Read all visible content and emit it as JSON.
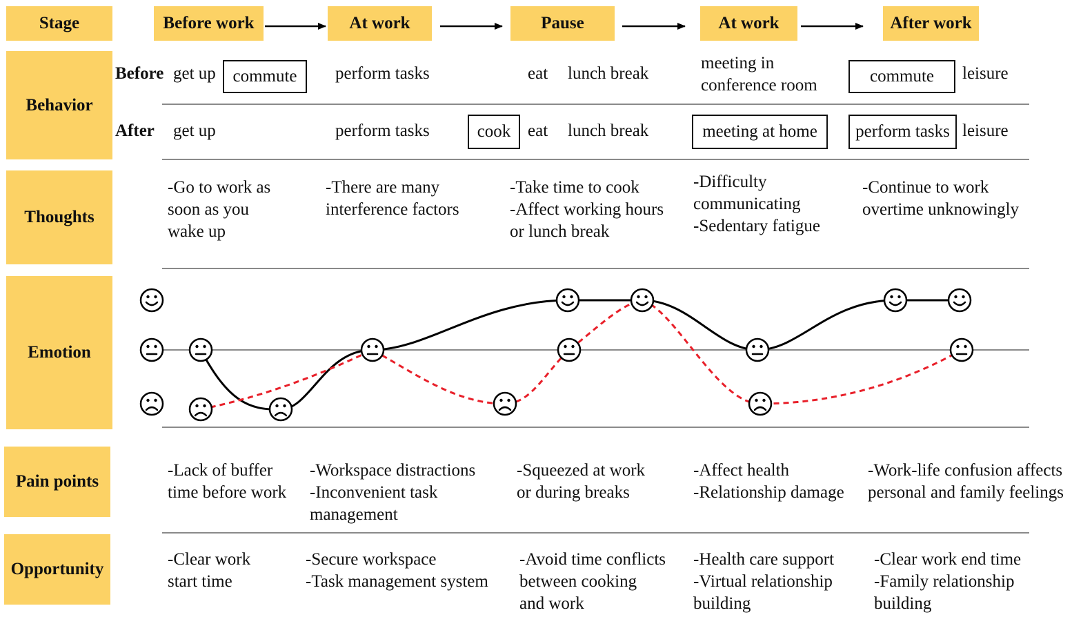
{
  "stage": {
    "label": "Stage",
    "items": [
      "Before work",
      "At work",
      "Pause",
      "At work",
      "After work"
    ]
  },
  "behavior": {
    "label": "Behavior",
    "before_label": "Before",
    "after_label": "After",
    "before": {
      "get_up": "get up",
      "commute": "commute",
      "perform_tasks": "perform tasks",
      "eat": "eat",
      "lunch_break": "lunch break",
      "meeting": "meeting in\nconference room",
      "commute2": "commute",
      "leisure": "leisure"
    },
    "after": {
      "get_up": "get up",
      "perform_tasks": "perform tasks",
      "cook": "cook",
      "eat": "eat",
      "lunch_break": "lunch break",
      "meeting": "meeting at home",
      "perform_tasks2": "perform tasks",
      "leisure": "leisure"
    }
  },
  "thoughts": {
    "label": "Thoughts",
    "items": [
      "-Go to work as\nsoon as you\nwake up",
      "-There are many\ninterference factors",
      "-Take time to cook\n-Affect working hours\nor lunch break",
      "-Difficulty\ncommunicating\n-Sedentary fatigue",
      "-Continue to work\novertime unknowingly"
    ]
  },
  "emotion": {
    "label": "Emotion",
    "levels": [
      "happy",
      "neutral",
      "sad"
    ],
    "before_curve": [
      "neutral",
      "sad",
      "neutral",
      "happy",
      "happy",
      "neutral",
      "happy",
      "happy"
    ],
    "after_curve": [
      "sad",
      "neutral",
      "sad",
      "neutral",
      "happy",
      "sad",
      "neutral"
    ],
    "before_color": "#000000",
    "after_color": "#e8202a"
  },
  "pain_points": {
    "label": "Pain points",
    "items": [
      "-Lack of buffer\ntime before work",
      "-Workspace distractions\n-Inconvenient task\nmanagement",
      "-Squeezed at work\nor during breaks",
      "-Affect health\n-Relationship damage",
      "-Work-life confusion affects\npersonal and family feelings"
    ]
  },
  "opportunity": {
    "label": "Opportunity",
    "items": [
      "-Clear work\nstart time",
      "-Secure workspace\n-Task management system",
      "-Avoid time conflicts\nbetween cooking\nand work",
      "-Health care support\n-Virtual relationship\nbuilding",
      "-Clear work end time\n-Family relationship\nbuilding"
    ]
  },
  "colors": {
    "label_bg": "#fcd265",
    "divider": "#8a8a8a"
  }
}
